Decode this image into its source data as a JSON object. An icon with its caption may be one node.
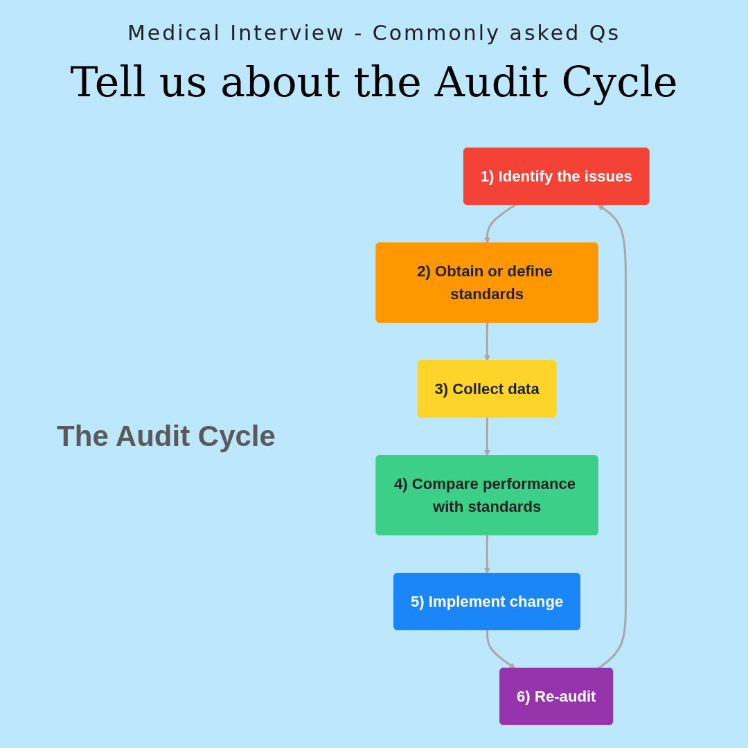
{
  "diagram": {
    "title": "Tell us about the Audit Cycle",
    "nodes": [
      {
        "text": [
          "1) Identify the issues"
        ]
      },
      {
        "text": [
          "2) Obtain or define standards"
        ]
      },
      {
        "text": [
          "3) Collect data"
        ]
      },
      {
        "text": [
          "4) Compare performance with standards"
        ]
      },
      {
        "text": [
          "5) Implement change"
        ]
      },
      {
        "text": [
          "6) Re-audit"
        ]
      }
    ],
    "edges": [
      {
        "from": 0,
        "to": 1,
        "arrow": "to"
      },
      {
        "from": 1,
        "to": 2,
        "arrow": "to"
      },
      {
        "from": 2,
        "to": 3,
        "arrow": "to"
      },
      {
        "from": 3,
        "to": 4,
        "arrow": "to"
      },
      {
        "from": 4,
        "to": 5,
        "arrow": "to"
      },
      {
        "from": 5,
        "to": 0,
        "arrow": "to"
      }
    ],
    "labels": [
      "Medical Interview - Commonly asked Qs",
      "The Audit Cycle"
    ]
  }
}
